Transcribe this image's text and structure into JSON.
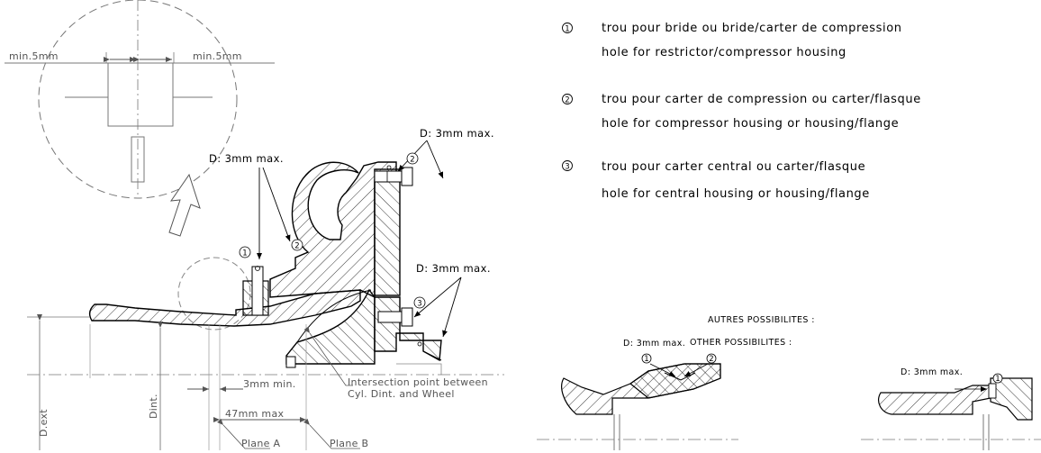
{
  "detail": {
    "min_left": "min.5mm",
    "min_right": "min.5mm"
  },
  "main": {
    "d_comp": "D: 3mm  max.",
    "d_upper": "D: 3mm  max.",
    "d_lower": "D: 3mm  max.",
    "n1": "1",
    "n2_left": "2",
    "n2_right": "2",
    "n3": "3",
    "min3": "3mm min.",
    "max47": "47mm max",
    "intersection_l1": "Intersection point between",
    "intersection_l2": "Cyl. Dint. and Wheel",
    "plane_a": "Plane A",
    "plane_b": "Plane B",
    "dext": "D.ext",
    "dint": "Dint."
  },
  "legend": [
    {
      "num": "1",
      "fr": "trou  pour  bride  ou  bride/carter  de  compression",
      "en": "hole  for  restrictor/compressor  housing"
    },
    {
      "num": "2",
      "fr": "trou  pour  carter  de  compression  ou  carter/flasque",
      "en": "hole  for  compressor  housing  or  housing/flange"
    },
    {
      "num": "3",
      "fr": "trou  pour  carter  central  ou  carter/flasque",
      "en": "hole  for  central  housing  or  housing/flange"
    }
  ],
  "other": {
    "title_fr": "AUTRES POSSIBILITES :",
    "title_en": "OTHER POSSIBILITES :",
    "d1": "D: 3mm  max.",
    "d2": "D: 3mm  max.",
    "n1a": "1",
    "n2a": "2",
    "n1b": "1"
  }
}
